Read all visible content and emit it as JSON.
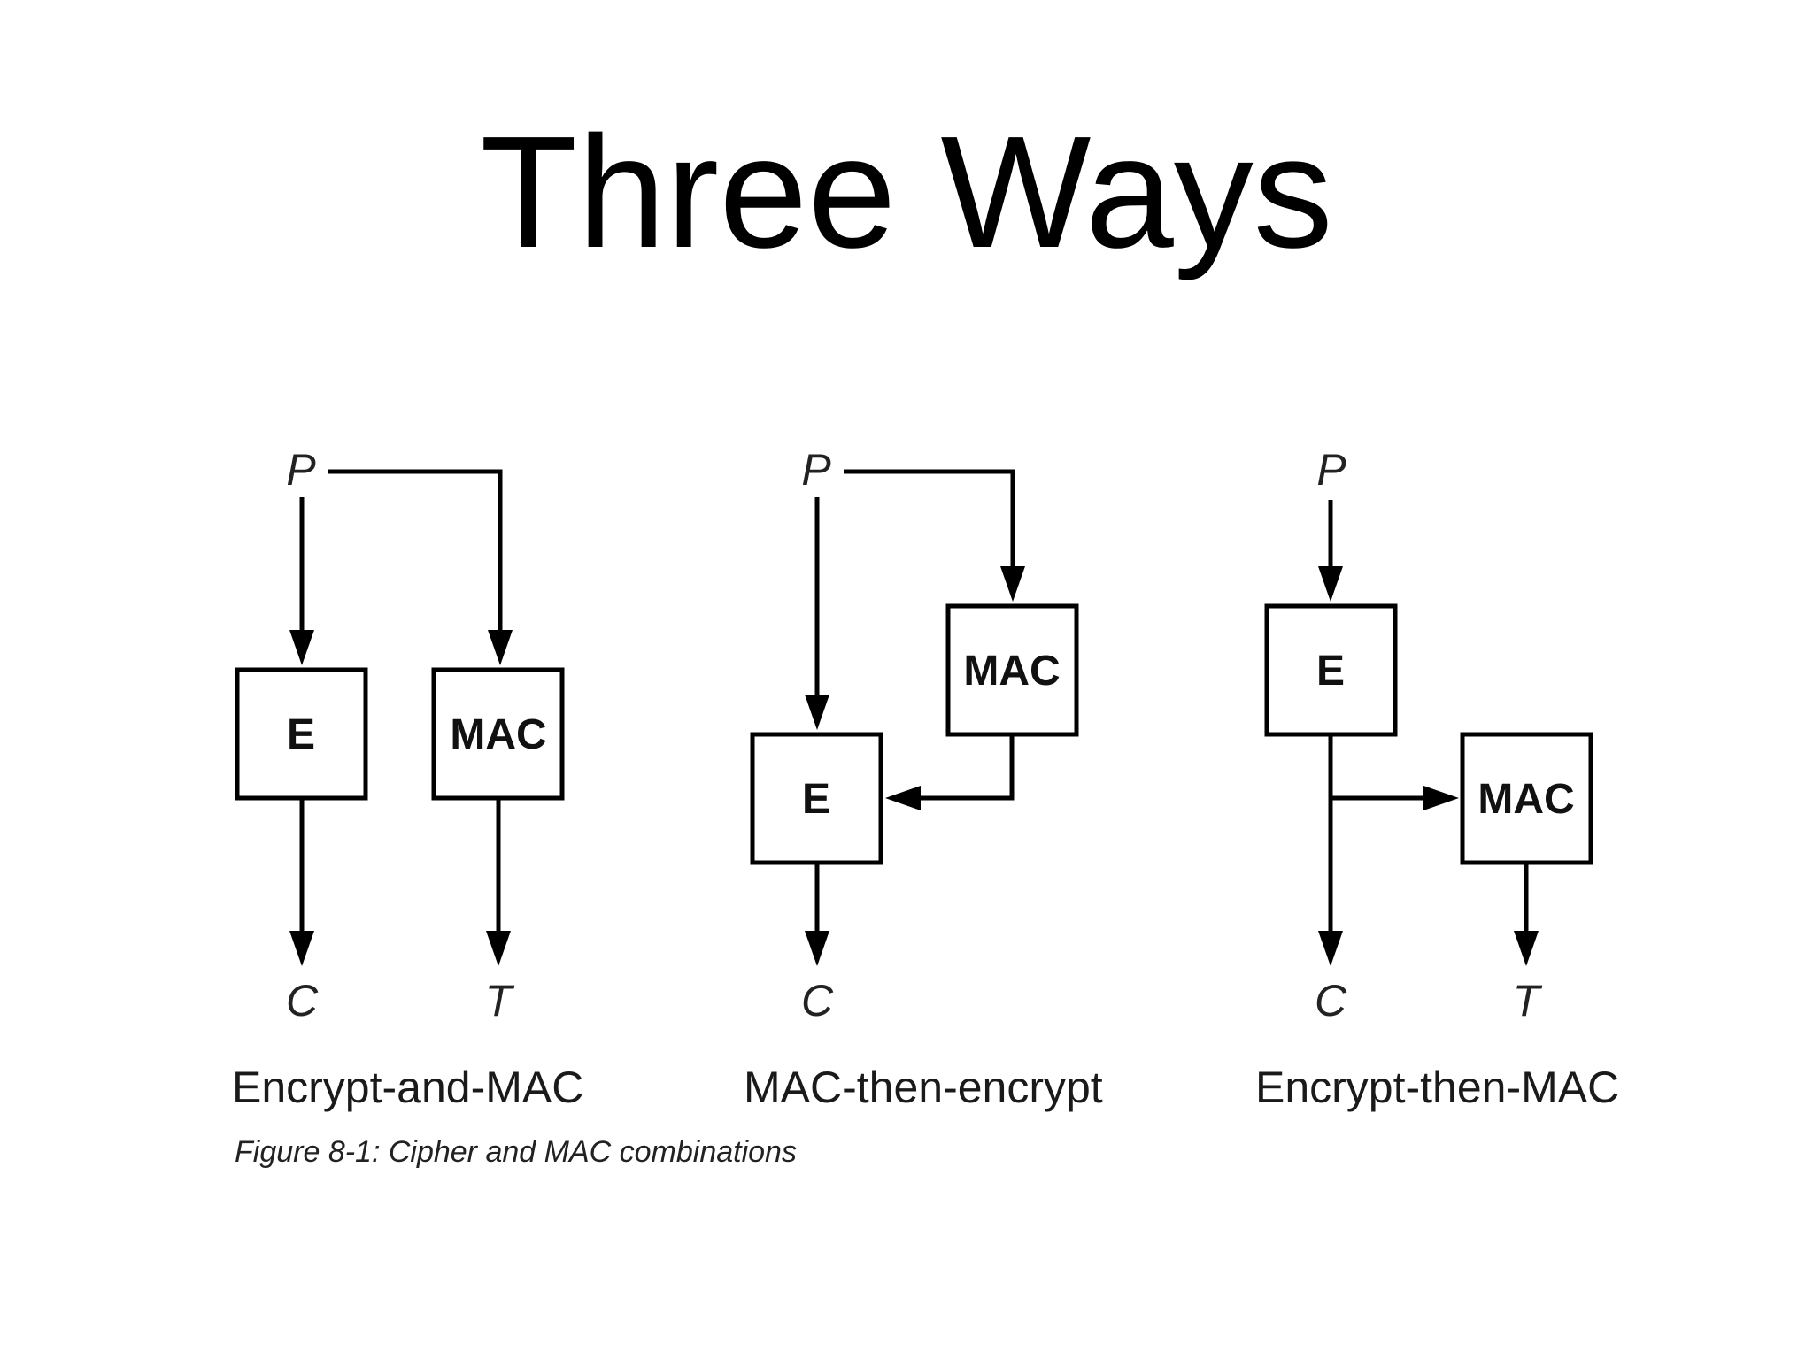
{
  "slide": {
    "title": "Three Ways"
  },
  "figure": {
    "caption": "Figure 8-1: Cipher and MAC combinations",
    "schemes": [
      {
        "name": "Encrypt-and-MAC",
        "input": "P",
        "blocks": [
          "E",
          "MAC"
        ],
        "outputs": [
          "C",
          "T"
        ]
      },
      {
        "name": "MAC-then-encrypt",
        "input": "P",
        "blocks": [
          "MAC",
          "E"
        ],
        "outputs": [
          "C"
        ]
      },
      {
        "name": "Encrypt-then-MAC",
        "input": "P",
        "blocks": [
          "E",
          "MAC"
        ],
        "outputs": [
          "C",
          "T"
        ]
      }
    ]
  },
  "colors": {
    "background": "#ffffff",
    "ink": "#000000"
  }
}
